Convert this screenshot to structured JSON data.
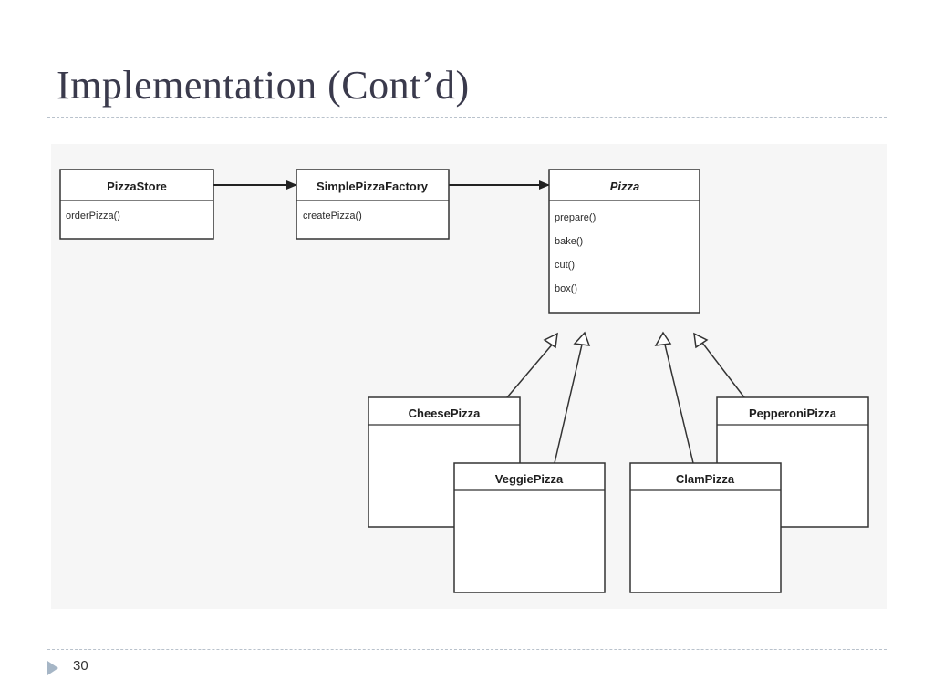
{
  "slide": {
    "title": "Implementation (Cont’d)",
    "page_number": "30"
  },
  "classes": {
    "pizza_store": {
      "name": "PizzaStore",
      "methods": [
        "orderPizza()"
      ]
    },
    "simple_pizza_factory": {
      "name": "SimplePizzaFactory",
      "methods": [
        "createPizza()"
      ]
    },
    "pizza": {
      "name": "Pizza",
      "methods": [
        "prepare()",
        "bake()",
        "cut()",
        "box()"
      ]
    },
    "cheese_pizza": {
      "name": "CheesePizza"
    },
    "veggie_pizza": {
      "name": "VeggiePizza"
    },
    "clam_pizza": {
      "name": "ClamPizza"
    },
    "pepperoni_pizza": {
      "name": "PepperoniPizza"
    }
  },
  "colors": {
    "title": "#3a3a4c",
    "rule": "#b9c2cc",
    "footer_arrow": "#a6b6c6",
    "box_border": "#333333"
  }
}
